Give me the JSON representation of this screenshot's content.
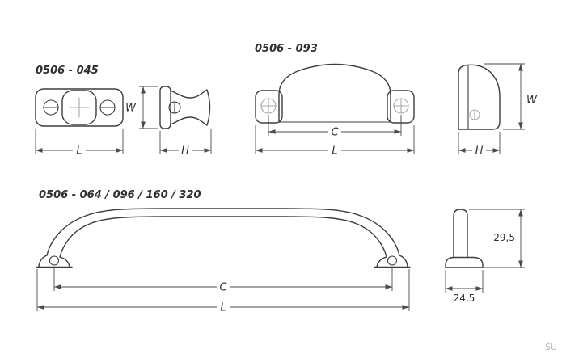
{
  "page": {
    "watermark": "SU",
    "background": "#ffffff"
  },
  "colors": {
    "line": "#3d3d3d",
    "dimension": "#4a4a4a",
    "screw_detail": "#a8a8a8",
    "label_text": "#2e2e2e",
    "watermark_text": "#b8b8b8"
  },
  "views": {
    "knob_045": {
      "label": "0506 - 045",
      "dim_length": "L",
      "dim_width": "W",
      "dim_height": "H"
    },
    "handle_093": {
      "label": "0506 - 093",
      "dim_centers": "C",
      "dim_length": "L",
      "dim_width": "W",
      "dim_height": "H"
    },
    "handle_064": {
      "label": "0506 - 064 / 096 / 160 / 320",
      "dim_centers": "C",
      "dim_length": "L",
      "dim_total_height": "29,5",
      "dim_base_width": "24,5"
    }
  }
}
